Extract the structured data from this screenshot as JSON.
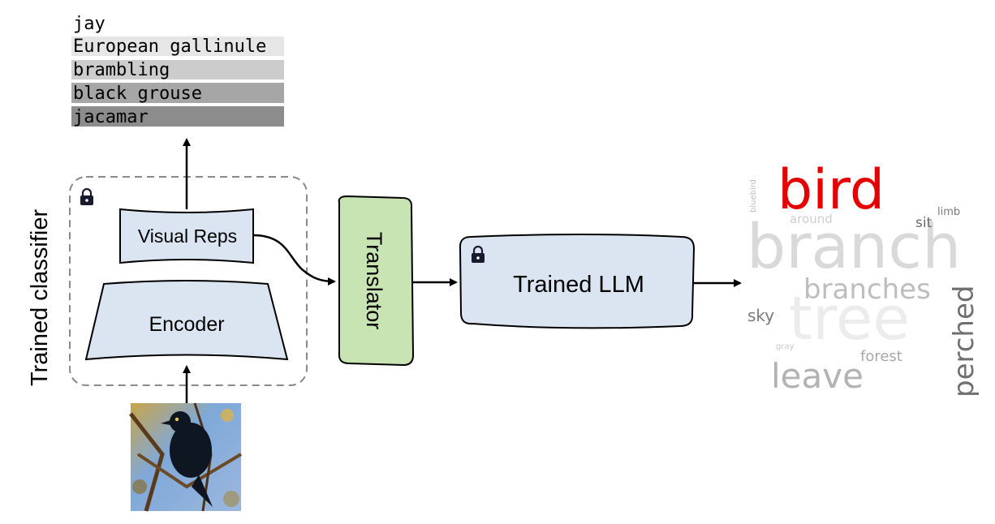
{
  "colors": {
    "box_blue": "#dbe5f2",
    "translator_green": "#c9e4b3",
    "dashed_border": "#8a8a8a",
    "word_red": "#e60000",
    "word_gray": "#d0d0d0"
  },
  "classifier_label": "Trained classifier",
  "predictions": [
    {
      "label": "jay",
      "shade": "#ffffff"
    },
    {
      "label": "European gallinule",
      "shade": "#e6e6e6"
    },
    {
      "label": "brambling",
      "shade": "#cccccc"
    },
    {
      "label": "black grouse",
      "shade": "#a6a6a6"
    },
    {
      "label": "jacamar",
      "shade": "#8c8c8c"
    }
  ],
  "boxes": {
    "visual_reps": "Visual Reps",
    "encoder": "Encoder",
    "translator": "Translator",
    "llm": "Trained LLM"
  },
  "input_image": {
    "description_icon": "bird-photo"
  },
  "word_cloud": [
    {
      "text": "bird",
      "color": "#e60000"
    },
    {
      "text": "branch",
      "color": "#d9d9d9"
    },
    {
      "text": "tree",
      "color": "#ececec"
    },
    {
      "text": "branches",
      "color": "#bdbdbd"
    },
    {
      "text": "perched",
      "color": "#6f6f6f"
    },
    {
      "text": "leave",
      "color": "#b3b3b3"
    },
    {
      "text": "forest",
      "color": "#a8a8a8"
    },
    {
      "text": "sky",
      "color": "#7a7a7a"
    },
    {
      "text": "sit",
      "color": "#6a6a6a"
    },
    {
      "text": "limb",
      "color": "#7a7a7a"
    },
    {
      "text": "around",
      "color": "#cfcfcf"
    },
    {
      "text": "bluebird",
      "color": "#bdbdbd"
    },
    {
      "text": "gray",
      "color": "#c8c8c8"
    }
  ]
}
